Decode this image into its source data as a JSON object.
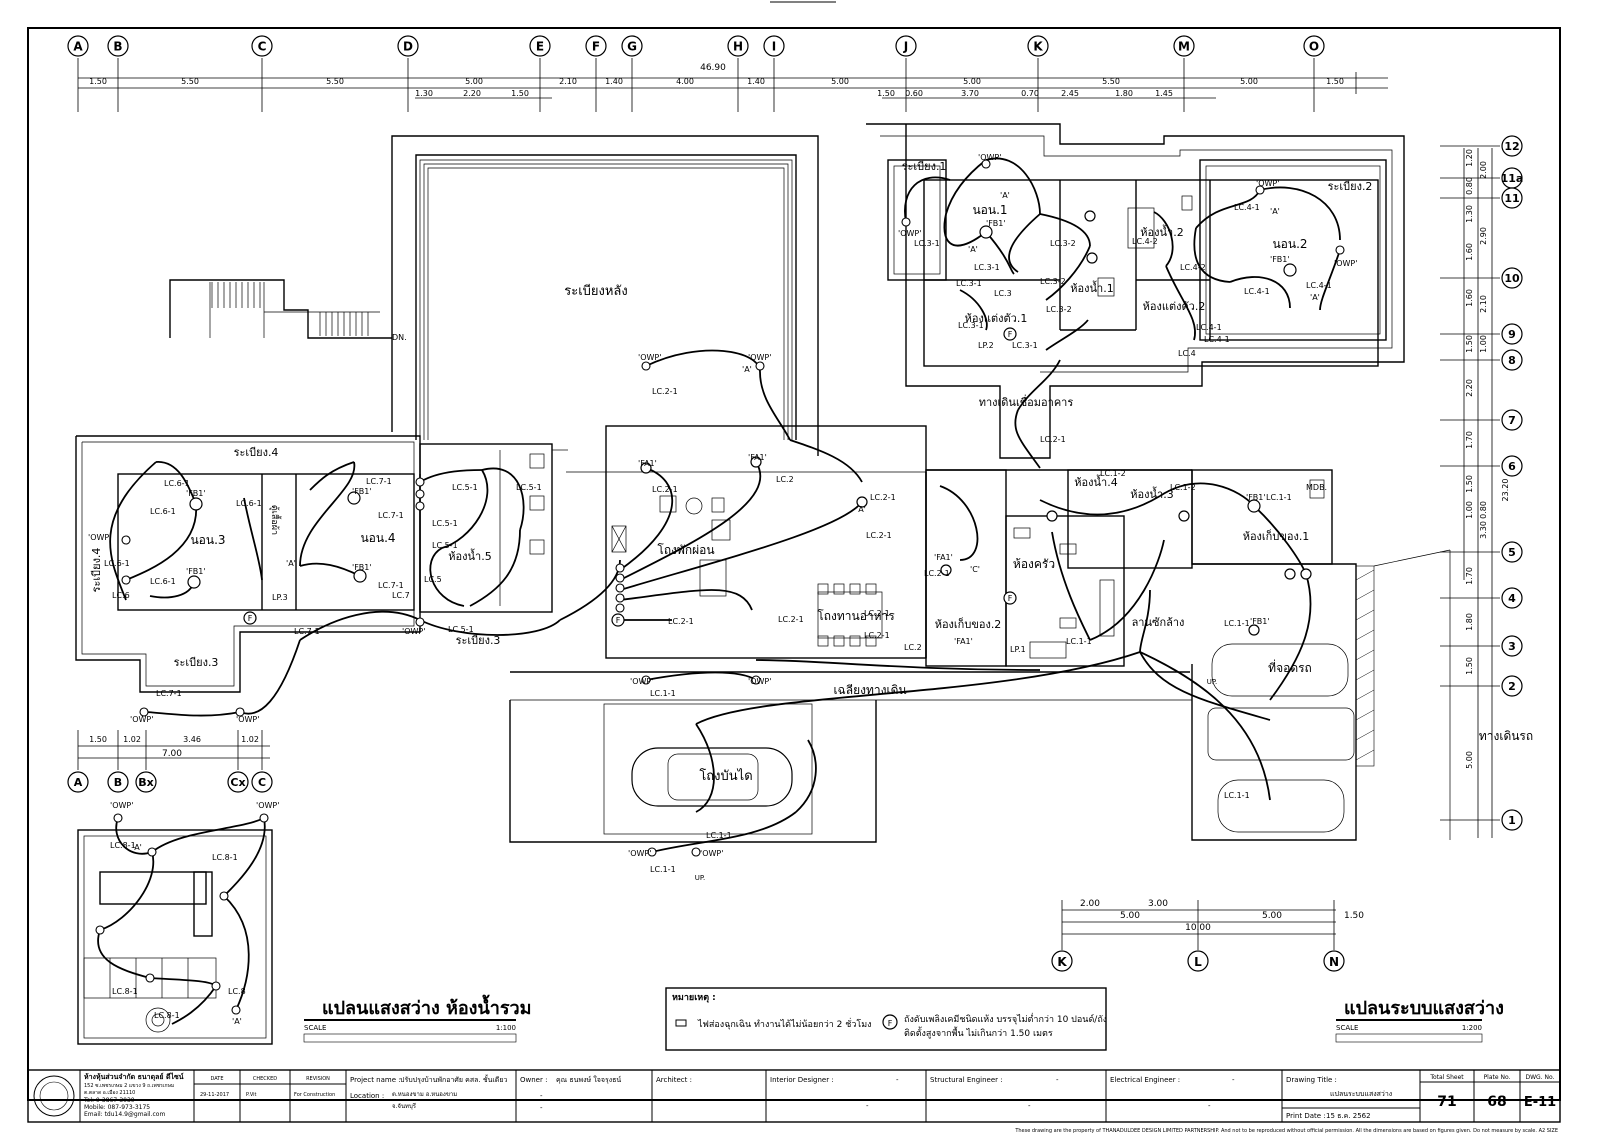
{
  "sheet": {
    "main_title": "แปลนระบบแสงสว่าง",
    "main_scale_label": "SCALE",
    "main_scale_value": "1:200",
    "sub_title": "แปลนแสงสว่าง ห้องน้ำรวม",
    "sub_scale_label": "SCALE",
    "sub_scale_value": "1:100"
  },
  "grid": {
    "top": [
      "A",
      "B",
      "C",
      "D",
      "E",
      "F",
      "G",
      "H",
      "I",
      "J",
      "K",
      "M",
      "O"
    ],
    "right": [
      "12",
      "11a",
      "11",
      "10",
      "9",
      "8",
      "7",
      "6",
      "5",
      "4",
      "3",
      "2",
      "1"
    ],
    "left_bottom": [
      "A",
      "B",
      "Bx",
      "Cx",
      "C"
    ],
    "bottom": [
      "K",
      "L",
      "N"
    ]
  },
  "dims": {
    "top_total": "46.90",
    "top_row1": [
      "1.50",
      "5.50",
      "5.50",
      "5.00",
      "2.10",
      "1.40",
      "4.00",
      "1.40",
      "5.00",
      "5.00",
      "5.50",
      "5.00",
      "1.50"
    ],
    "top_row2_left": [
      "1.30",
      "2.20",
      "1.50"
    ],
    "top_row2_right": [
      "1.50",
      "0.60",
      "3.70",
      "0.70",
      "2.45",
      "1.80",
      "1.45"
    ],
    "left_bottom_row1": [
      "1.50",
      "1.02",
      "3.46",
      "1.02"
    ],
    "left_bottom_total": "7.00",
    "bottom_row1": [
      "2.00",
      "3.00",
      "1.50"
    ],
    "bottom_row2": [
      "5.00",
      "5.00"
    ],
    "bottom_total": "10.00",
    "right_total": "23.20",
    "right_col1": [
      "1.20",
      "0.80",
      "1.30",
      "1.60",
      "1.60",
      "1.50",
      "2.20",
      "1.70",
      "1.50",
      "1.00",
      "1.70",
      "1.80",
      "1.50",
      "5.00"
    ],
    "right_col2": [
      "2.00",
      "2.90",
      "2.10",
      "1.00",
      "0.80",
      "3.30"
    ]
  },
  "rooms": {
    "rear_terrace": "ระเบียงหลัง",
    "terrace1": "ระเบียง.1",
    "terrace2": "ระเบียง.2",
    "terrace3": "ระเบียง.3",
    "terrace4": "ระเบียง.4",
    "bed1": "นอน.1",
    "bed2": "นอน.2",
    "bed3": "นอน.3",
    "bed4": "นอน.4",
    "bath1": "ห้องน้ำ.1",
    "bath2": "ห้องน้ำ.2",
    "bath3": "ห้องน้ำ.3",
    "bath4": "ห้องน้ำ.4",
    "bath5": "ห้องน้ำ.5",
    "dress1": "ห้องแต่งตัว.1",
    "dress2": "ห้องแต่งตัว.2",
    "walkway": "ทางเดินเชื่อมอาคาร",
    "kitchen": "ห้องครัว",
    "storage1": "ห้องเก็บของ.1",
    "storage2": "ห้องเก็บของ.2",
    "living": "โถงพักผ่อน",
    "dining": "โถงทานอาหาร",
    "porch": "เฉลียงทางเดิน",
    "stair_hall": "โถงบันได",
    "laundry": "ลานซักล้าง",
    "parking": "ที่จอดรถ",
    "driveway": "ทางเดินรถ",
    "closet": "ตู้เสื้อผ้า",
    "dn": "DN.",
    "up": "UP."
  },
  "circuits": {
    "lc11": "LC.1-1",
    "lc12": "LC.1-2",
    "lc21": "LC.2-1",
    "lc2": "LC.2",
    "lc31": "LC.3-1",
    "lc32": "LC.3-2",
    "lc3": "LC.3",
    "lc41": "LC.4-1",
    "lc42": "LC.4-2",
    "lc4": "LC.4",
    "lc51": "LC.5-1",
    "lc5": "LC.5",
    "lc61": "LC.6-1",
    "lc6": "LC.6",
    "lc71": "LC.7-1",
    "lc7": "LC.7",
    "lc81": "LC.8-1",
    "lc8": "LC.8",
    "lp1": "LP.1",
    "lp2": "LP.2",
    "lp3": "LP.3",
    "mdb": "MDB.",
    "fb1": "'FB1'",
    "fa1": "'FA1'",
    "owp": "'OWP'",
    "a": "'A'",
    "c": "'C'",
    "e": "F"
  },
  "legend": {
    "title": "หมายเหตุ :",
    "item1": "ไฟส่องฉุกเฉิน ทำงานได้ไม่น้อยกว่า 2 ชั่วโมง",
    "item2_line1": "ถังดับเพลิงเคมีชนิดแห้ง บรรจุไม่ต่ำกว่า 10 ปอนด์/ถัง",
    "item2_line2": "ติดตั้งสูงจากพื้น ไม่เกินกว่า 1.50 เมตร",
    "item2_symbol": "F"
  },
  "title_block": {
    "firm_name": "ห้างหุ้นส่วนจำกัด ธนาดุลย์ ดีไซน์",
    "firm_addr1": "152 ซ.เพชรเกษม 2 แขวง 9 ถ.เพชรเกษม",
    "firm_addr2": "ต.ตลาด อ.เมือง 21110",
    "firm_tel": "Tel: 0-3867-3030",
    "firm_mobile": "Mobile: 087-973-3175",
    "firm_email": "Email: tdu14.9@gmail.com",
    "date_label": "DATE",
    "checked_label": "CHECKED",
    "revision_label": "REVISION",
    "date_value": "29-11-2017",
    "checked_value": "P.Vit",
    "revision_value": "For Construction",
    "project_label": "Project name :",
    "project_value": "ปรับปรุงบ้านพักอาศัย คสล. ชั้นเดียว",
    "location_label": "Location :",
    "location_value1": "ต.หนองขาม อ.หนองขาม",
    "location_value2": "จ.จันทบุรี",
    "owner_label": "Owner :",
    "owner_value": "คุณ ธนพงษ์ ใจจรุงธน์",
    "owner_dash1": "-",
    "owner_dash2": "-",
    "architect_label": "Architect :",
    "interior_label": "Interior Designer :",
    "interior_dash1": "-",
    "interior_dash2": "-",
    "structural_label": "Structural Engineer :",
    "structural_dash1": "-",
    "structural_dash2": "-",
    "electrical_label": "Electrical Engineer :",
    "electrical_dash1": "-",
    "electrical_dash2": "-",
    "drawing_title_label": "Drawing Title :",
    "drawing_title_value": "แปลนระบบแสงสว่าง",
    "print_date_label": "Print Date :",
    "print_date_value": "15 ธ.ค. 2562",
    "total_sheet_label": "Total Sheet",
    "total_sheet_value": "71",
    "plate_label": "Plate No.",
    "plate_value": "68",
    "dwg_label": "DWG. No.",
    "dwg_value": "E-11",
    "footer_note": "These drawing are the property of THANADULDEE DESIGN LIMITED PARTNERSHIP. And not to be reproduced without official permission. All the dimensions are based on figures given. Do not measure by scale. A2 SIZE"
  }
}
